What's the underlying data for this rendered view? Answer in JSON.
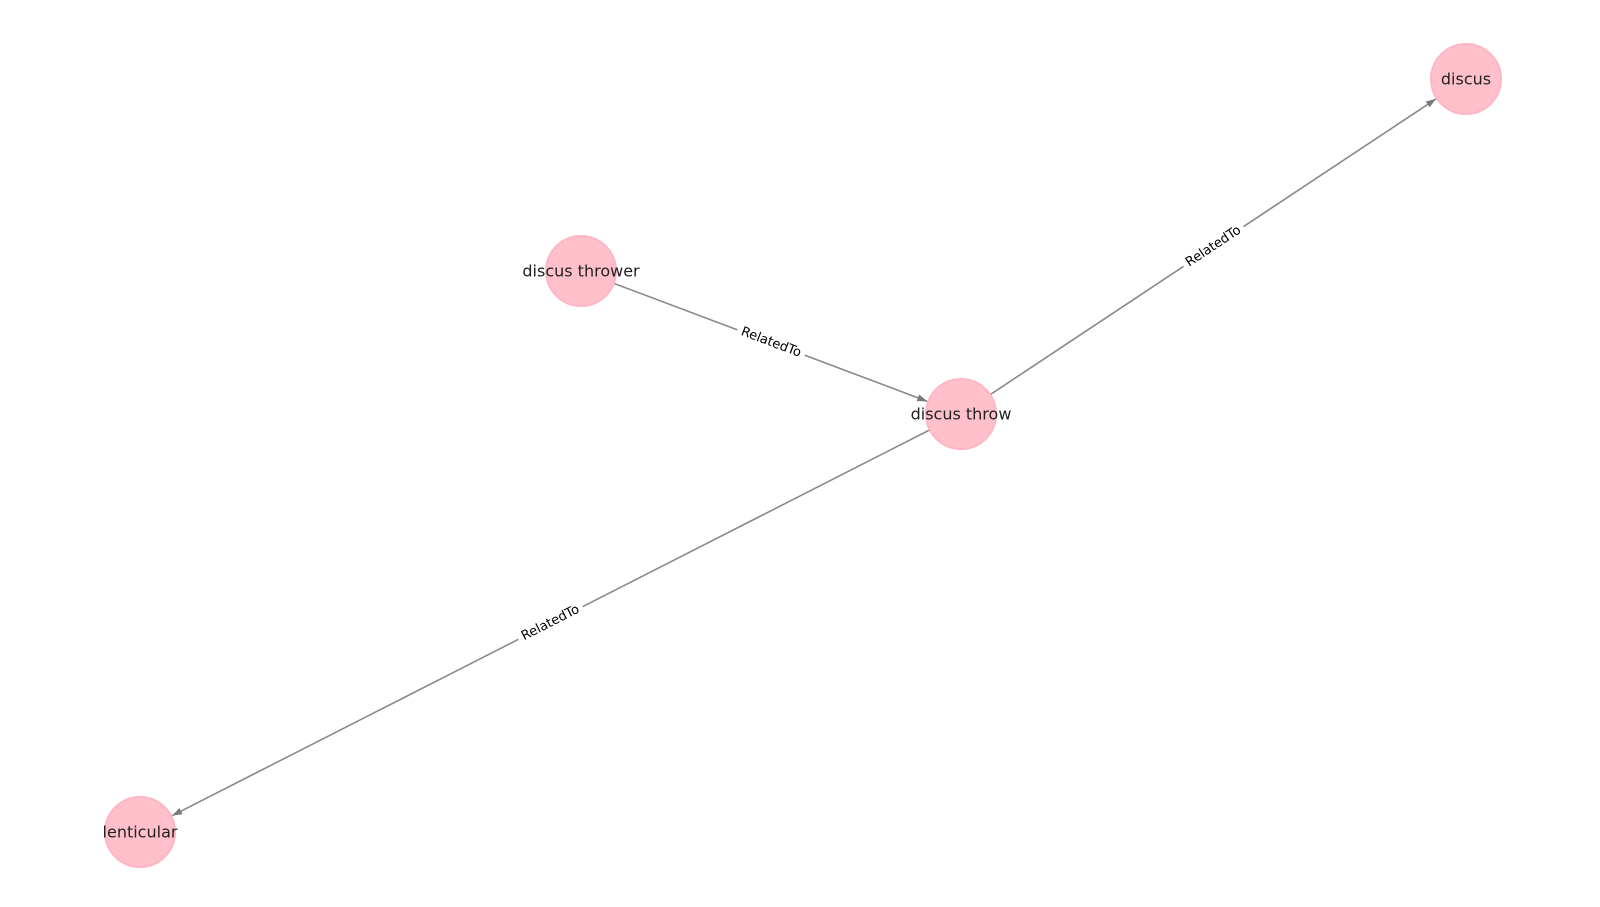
{
  "graph": {
    "node_color": "#ffc0cb",
    "edge_color": "#8a8a8a",
    "nodes": [
      {
        "id": "discus",
        "label": "discus"
      },
      {
        "id": "discus thrower",
        "label": "discus thrower"
      },
      {
        "id": "discus throw",
        "label": "discus throw"
      },
      {
        "id": "lenticular",
        "label": "lenticular"
      }
    ],
    "edges": [
      {
        "source": "discus thrower",
        "target": "discus throw",
        "label": "RelatedTo"
      },
      {
        "source": "discus throw",
        "target": "discus",
        "label": "RelatedTo"
      },
      {
        "source": "discus throw",
        "target": "lenticular",
        "label": "RelatedTo"
      }
    ]
  }
}
